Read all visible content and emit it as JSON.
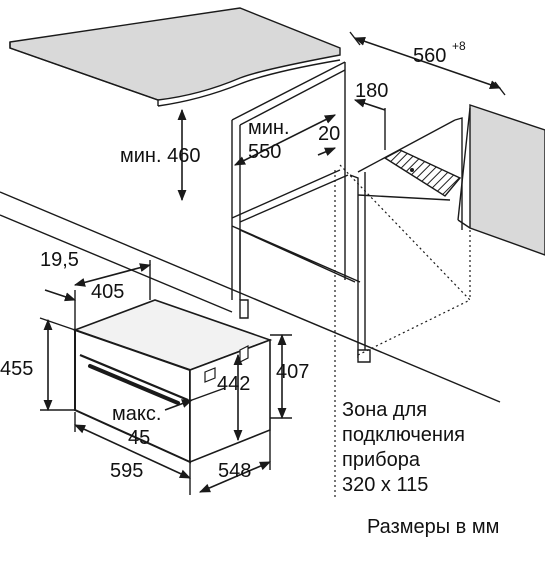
{
  "dimensions": {
    "width_560": "560",
    "width_560_tolerance": "+8",
    "dim_180": "180",
    "min_label_1": "мин.",
    "min_550": "550",
    "dim_20": "20",
    "min_460": "мин. 460",
    "dim_19_5": "19,5",
    "dim_405": "405",
    "dim_455": "455",
    "dim_442": "442",
    "dim_407": "407",
    "max_label": "макс.",
    "max_45": "45",
    "dim_595": "595",
    "dim_548": "548"
  },
  "connection_note": {
    "line1": "Зона для",
    "line2": "подключения",
    "line3": "прибора",
    "line4": "320 x 115"
  },
  "units_note": "Размеры в мм"
}
